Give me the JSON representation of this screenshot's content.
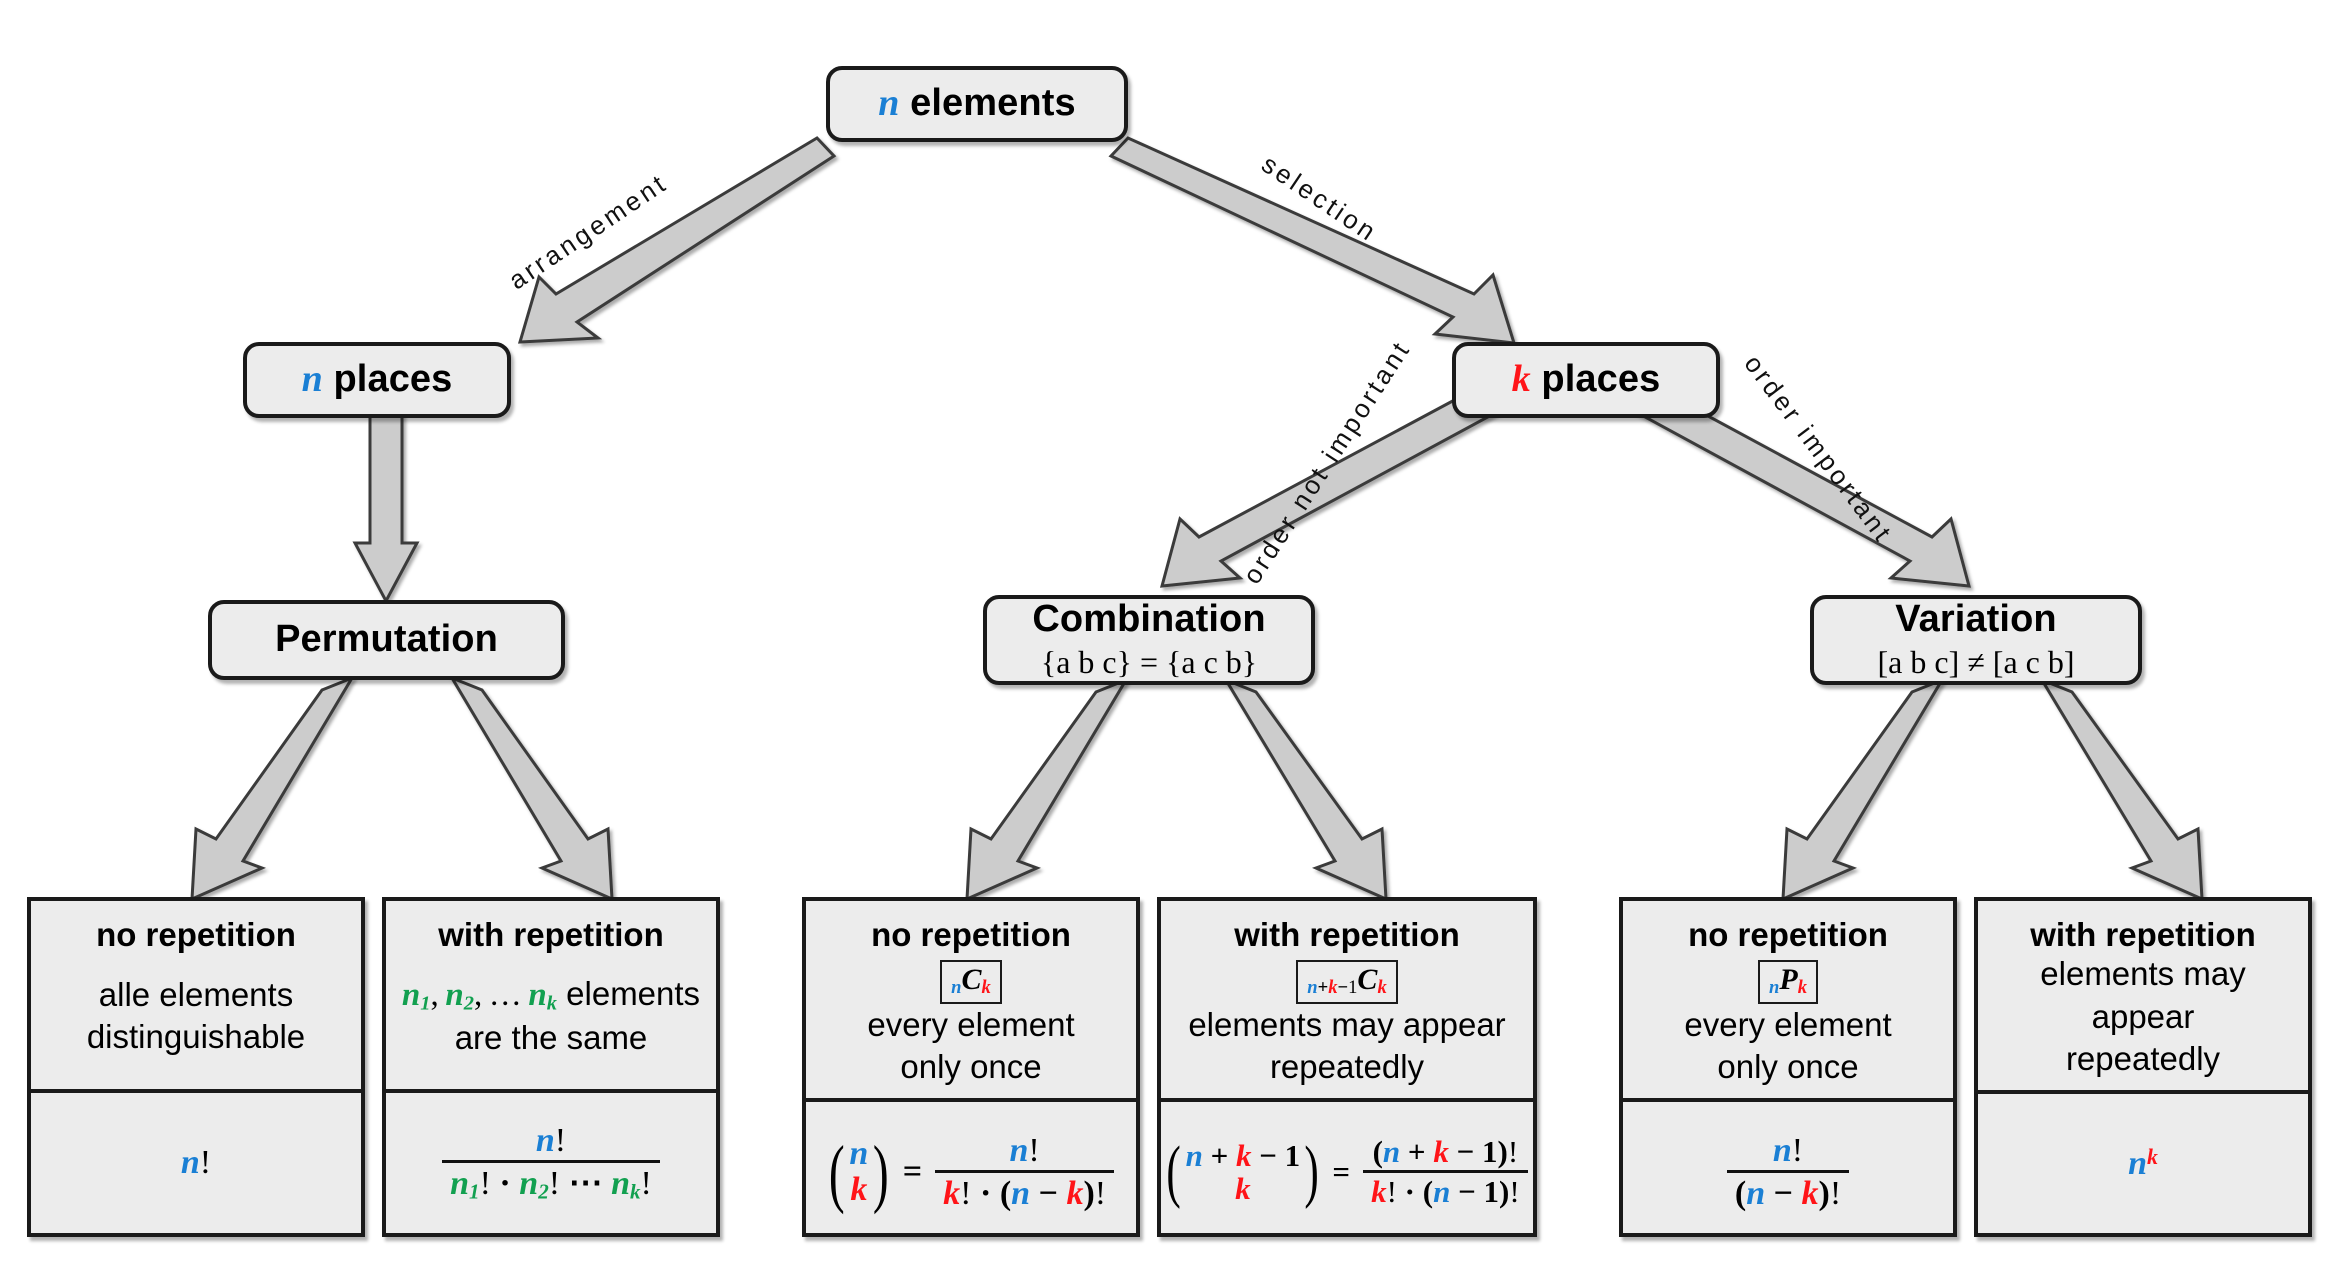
{
  "diagram": {
    "title": "Combinatorics decision tree",
    "colors": {
      "n": "#1a7fd4",
      "k": "#ff1418",
      "green": "#12a050",
      "node_fill": "#ececec",
      "node_stroke": "#1a1a1a",
      "arrow_fill": "#cccccc"
    },
    "root": {
      "label_math": "n",
      "label_text": " elements"
    },
    "edges": [
      {
        "id": "arrangement",
        "label": "arrangement",
        "from": "n-elements",
        "to": "n-places"
      },
      {
        "id": "selection",
        "label": "selection",
        "from": "n-elements",
        "to": "k-places"
      },
      {
        "id": "order-not-important",
        "label": "order not important",
        "from": "k-places",
        "to": "combination"
      },
      {
        "id": "order-important",
        "label": "order important",
        "from": "k-places",
        "to": "variation"
      }
    ],
    "level2": [
      {
        "id": "n-places",
        "math": "n",
        "text": " places"
      },
      {
        "id": "k-places",
        "math": "k",
        "text": " places"
      }
    ],
    "level3": [
      {
        "id": "permutation",
        "title": "Permutation",
        "sub": ""
      },
      {
        "id": "combination",
        "title": "Combination",
        "sub": "{a b c} = {a c b}"
      },
      {
        "id": "variation",
        "title": "Variation",
        "sub": "[a b c] ≠ [a c b]"
      }
    ],
    "panels": [
      {
        "id": "permutation-no-repetition",
        "heading": "no repetition",
        "notation": null,
        "desc": "alle elements\ndistinguishable",
        "formula": "n!"
      },
      {
        "id": "permutation-with-repetition",
        "heading": "with repetition",
        "notation": null,
        "desc": "n₁, n₂, … nₖ elements\nare the same",
        "formula": "n! / (n₁! · n₂! ⋯ nₖ!)"
      },
      {
        "id": "combination-no-repetition",
        "heading": "no repetition",
        "notation": "nCk",
        "desc": "every element\nonly once",
        "formula": "(n choose k) = n! / (k! · (n − k)!)"
      },
      {
        "id": "combination-with-repetition",
        "heading": "with repetition",
        "notation": "n+k−1Ck",
        "desc": "elements may appear\nrepeatedly",
        "formula": "(n+k−1 choose k) = (n + k − 1)! / (k! · (n − 1)!)"
      },
      {
        "id": "variation-no-repetition",
        "heading": "no repetition",
        "notation": "nPk",
        "desc": "every element\nonly once",
        "formula": "n! / (n − k)!"
      },
      {
        "id": "variation-with-repetition",
        "heading": "with repetition",
        "notation": null,
        "desc": "elements may appear\nrepeatedly",
        "formula": "n^k"
      }
    ],
    "desc_lines": {
      "p1a": "alle elements",
      "p1b": "distinguishable",
      "p2b": "are the same",
      "p2_elements": " elements",
      "p3a": "every element",
      "p3b": "only once",
      "p4a": "elements may appear",
      "p4b": "repeatedly",
      "p5a": "every element",
      "p5b": "only once",
      "p6a": "elements may appear",
      "p6b": "repeatedly"
    }
  }
}
